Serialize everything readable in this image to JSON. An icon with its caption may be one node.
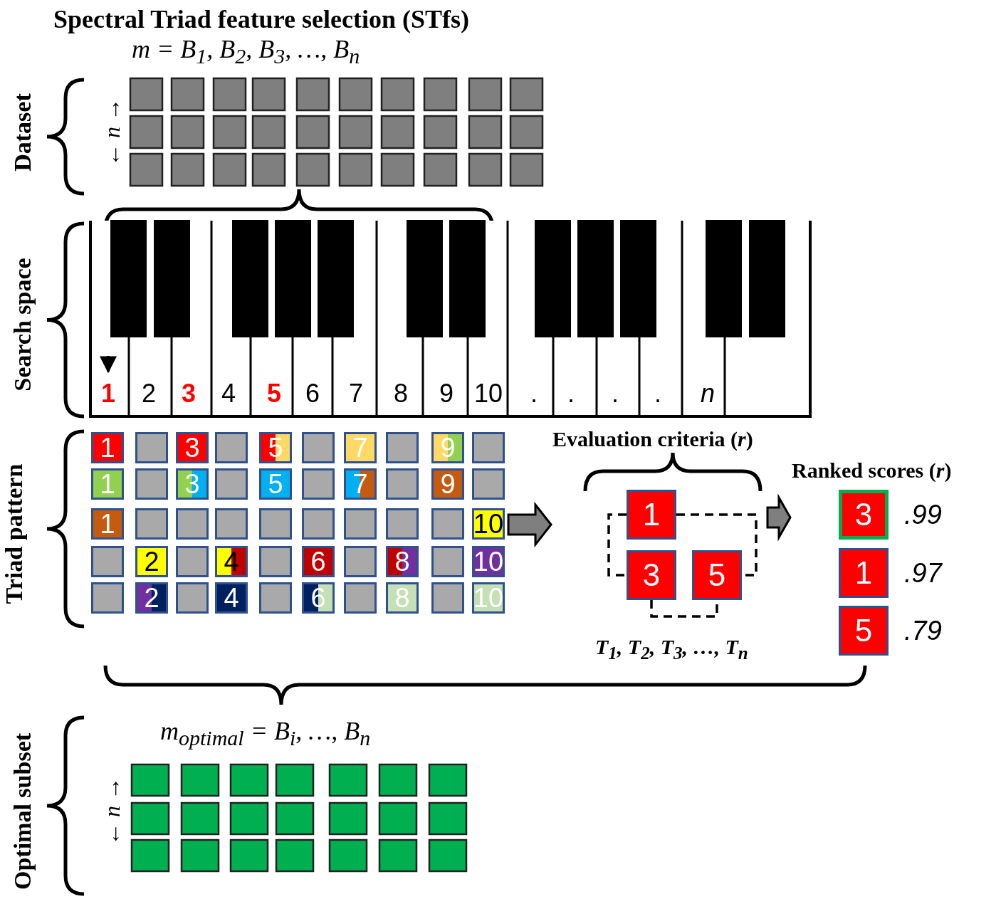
{
  "diagram": {
    "title": "Spectral Triad feature selection (STfs)",
    "nodes": [
      {
        "text": [
          "Triad pattern"
        ]
      },
      {
        "text": [
          "1"
        ],
        "in": 0
      },
      {
        "text": [],
        "shape": "box",
        "in": 0
      },
      {
        "text": [
          "3"
        ],
        "in": 0
      },
      {
        "text": [],
        "shape": "box",
        "in": 0
      },
      {
        "text": [
          "5"
        ],
        "in": 0
      },
      {
        "text": [],
        "shape": "box",
        "in": 0
      },
      {
        "text": [
          "7"
        ],
        "in": 0
      },
      {
        "text": [],
        "shape": "box",
        "in": 0
      },
      {
        "text": [
          "9"
        ],
        "in": 0
      },
      {
        "text": [],
        "shape": "box",
        "in": 0
      },
      {
        "text": [
          "1"
        ],
        "in": 0
      },
      {
        "text": [],
        "shape": "box",
        "in": 0
      },
      {
        "text": [
          "3"
        ],
        "in": 0
      },
      {
        "text": [],
        "shape": "box",
        "in": 0
      },
      {
        "text": [
          "5"
        ],
        "in": 0
      },
      {
        "text": [],
        "shape": "box",
        "in": 0
      },
      {
        "text": [
          "7"
        ],
        "in": 0
      },
      {
        "text": [],
        "shape": "box",
        "in": 0
      },
      {
        "text": [
          "9"
        ],
        "in": 0
      },
      {
        "text": [],
        "shape": "box",
        "in": 0
      },
      {
        "text": [
          "1"
        ],
        "in": 0
      },
      {
        "text": [],
        "shape": "box",
        "in": 0
      },
      {
        "text": [],
        "shape": "box",
        "in": 0
      },
      {
        "text": [],
        "shape": "box",
        "in": 0
      },
      {
        "text": [],
        "shape": "box",
        "in": 0
      },
      {
        "text": [],
        "shape": "box",
        "in": 0
      },
      {
        "text": [],
        "shape": "box",
        "in": 0
      },
      {
        "text": [],
        "shape": "box",
        "in": 0
      },
      {
        "text": [],
        "shape": "box",
        "in": 0
      },
      {
        "text": [
          "10"
        ],
        "in": 0
      },
      {
        "text": [],
        "shape": "box",
        "in": 0
      },
      {
        "text": [
          "2"
        ],
        "in": 0
      },
      {
        "text": [],
        "shape": "box",
        "in": 0
      },
      {
        "text": [
          "4"
        ],
        "in": 0
      },
      {
        "text": [],
        "shape": "box",
        "in": 0
      },
      {
        "text": [
          "6"
        ],
        "in": 0
      },
      {
        "text": [],
        "shape": "box",
        "in": 0
      },
      {
        "text": [
          "8"
        ],
        "in": 0
      },
      {
        "text": [],
        "shape": "box",
        "in": 0
      },
      {
        "text": [
          "10"
        ],
        "in": 0
      },
      {
        "text": [],
        "shape": "box",
        "in": 0
      },
      {
        "text": [
          "2"
        ],
        "in": 0
      },
      {
        "text": [],
        "shape": "box",
        "in": 0
      },
      {
        "text": [
          "4"
        ],
        "in": 0
      },
      {
        "text": [],
        "shape": "box",
        "in": 0
      },
      {
        "text": [
          "6"
        ],
        "in": 0
      },
      {
        "text": [],
        "shape": "box",
        "in": 0
      },
      {
        "text": [
          "8"
        ],
        "in": 0
      },
      {
        "text": [],
        "shape": "box",
        "in": 0
      },
      {
        "text": [
          "10"
        ],
        "in": 0
      },
      {
        "text": [
          "Evaluation criteria (*r*)"
        ],
        "beside": [
          "T$_{1}$, T$_{2}$, T$_{3}$, …, T$_{n}$"
        ]
      },
      {
        "text": [
          "1"
        ],
        "in": 51
      },
      {
        "text": [
          "3"
        ],
        "in": 51
      },
      {
        "text": [
          "5"
        ],
        "in": 51
      },
      {
        "text": [
          "Ranked scores (*r*)"
        ]
      },
      {
        "text": [
          "3"
        ],
        "in": 55,
        "beside": [
          ".99"
        ]
      },
      {
        "text": [
          "1"
        ],
        "in": 55,
        "beside": [
          ".97"
        ]
      },
      {
        "text": [
          "5"
        ],
        "in": 55,
        "beside": [
          ".79"
        ]
      }
    ],
    "edges": [
      {
        "from": 0,
        "to": 51,
        "arrow": "to"
      },
      {
        "from": 51,
        "to": 55,
        "arrow": "to"
      },
      {
        "from": 52,
        "to": 54,
        "arrow": "none",
        "style": "dashed"
      },
      {
        "from": 52,
        "to": 53,
        "arrow": "none",
        "style": "dashed"
      },
      {
        "from": 53,
        "to": 54,
        "arrow": "none",
        "style": "dashed"
      }
    ],
    "labels": [
      "m = B$_{1}$, B$_{2}$, B$_{3}$, …, B$_{n}$",
      "Dataset",
      "← n →",
      "Search space",
      "1",
      "2",
      "3",
      "4",
      "5",
      "6",
      "7",
      "8",
      "9",
      "10",
      ".",
      ".",
      ".",
      ".",
      "n",
      "m$_{optimal}$ = B$_{i}$, …, B$_{n}$",
      "Optimal subset",
      "← n →"
    ]
  }
}
